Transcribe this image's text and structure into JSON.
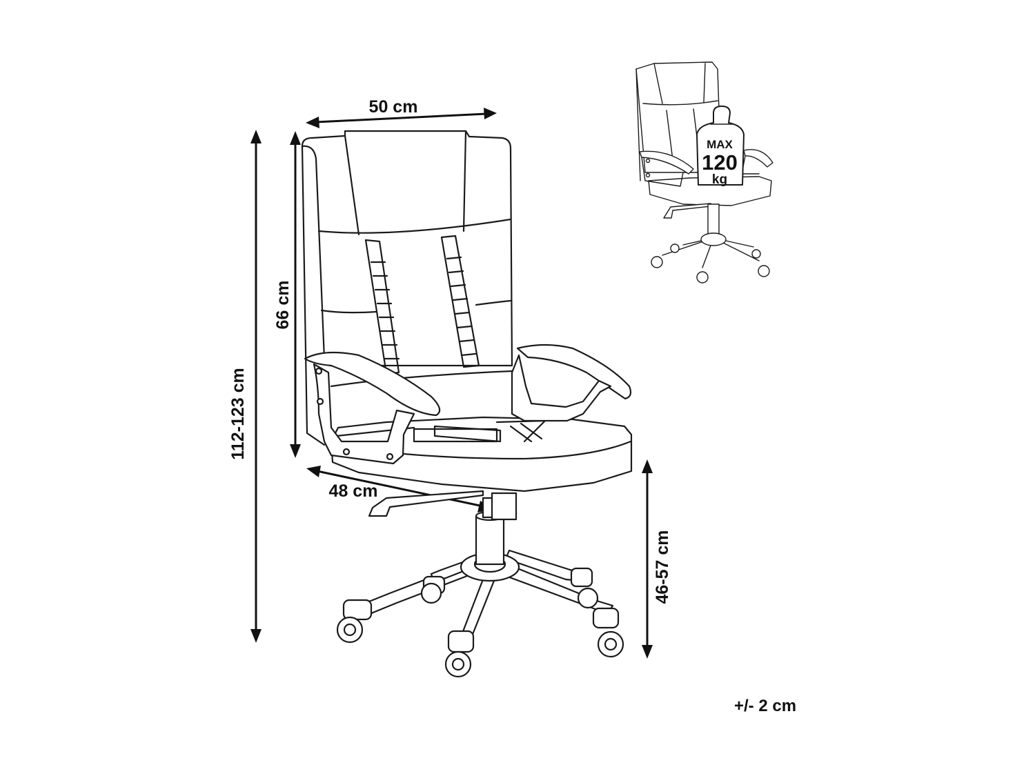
{
  "dimensions": {
    "width": "50 cm",
    "backrest_height": "66 cm",
    "total_height": "112-123 cm",
    "seat_depth": "48 cm",
    "seat_height": "46-57 cm"
  },
  "load_badge": {
    "top": "MAX",
    "value": "120",
    "unit": "kg"
  },
  "tolerance": "+/- 2 cm",
  "colors": {
    "line": "#1a1a1a",
    "background": "#ffffff"
  },
  "icons": {
    "main_illustration": "office-chair-icon",
    "thumbnail": "office-chair-thumbnail-icon",
    "weight": "weight-icon"
  }
}
